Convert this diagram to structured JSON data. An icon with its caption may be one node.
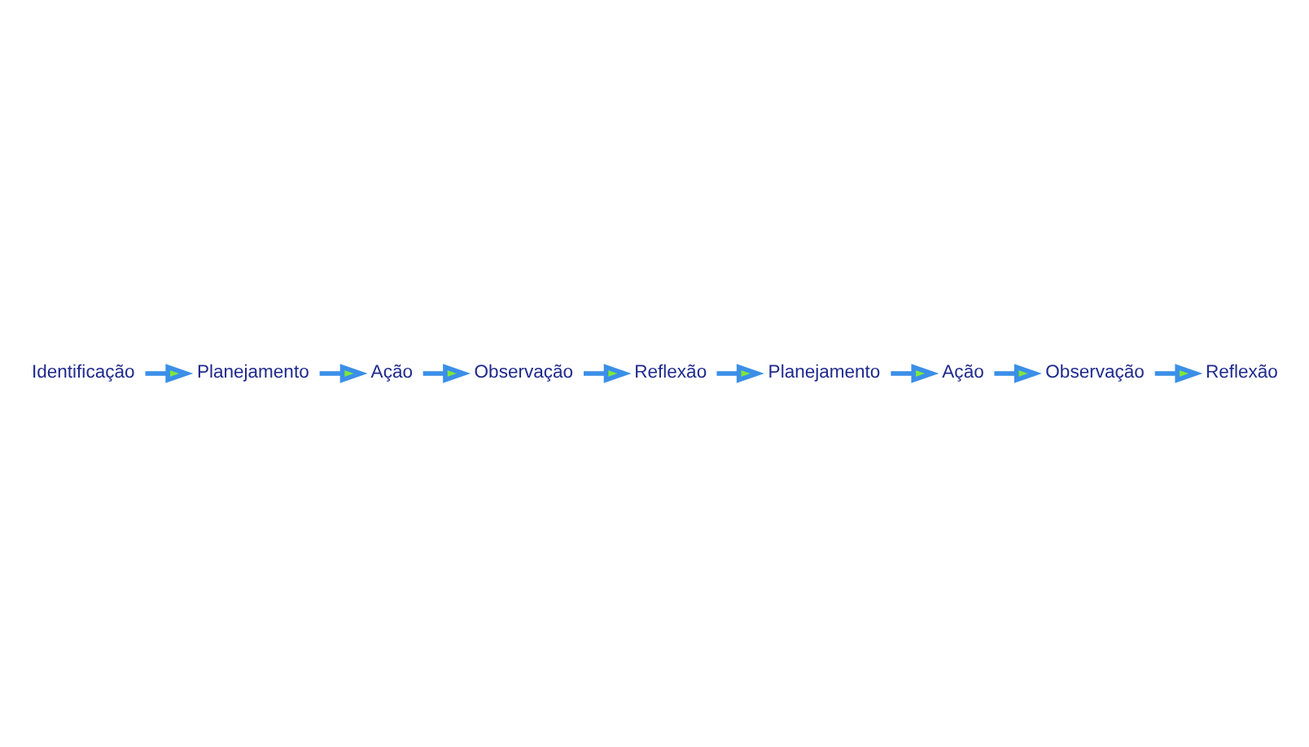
{
  "diagram": {
    "nodes": [
      {
        "text": [
          "Identificação"
        ]
      },
      {
        "text": [
          "Planejamento"
        ]
      },
      {
        "text": [
          "Ação"
        ]
      },
      {
        "text": [
          "Observação"
        ]
      },
      {
        "text": [
          "Reflexão"
        ]
      },
      {
        "text": [
          "Planejamento"
        ]
      },
      {
        "text": [
          "Ação"
        ]
      },
      {
        "text": [
          "Observação"
        ]
      },
      {
        "text": [
          "Reflexão"
        ]
      }
    ],
    "edges": [
      {
        "from": 0,
        "to": 1,
        "arrow": "to"
      },
      {
        "from": 1,
        "to": 2,
        "arrow": "to"
      },
      {
        "from": 2,
        "to": 3,
        "arrow": "to"
      },
      {
        "from": 3,
        "to": 4,
        "arrow": "to"
      },
      {
        "from": 4,
        "to": 5,
        "arrow": "to"
      },
      {
        "from": 5,
        "to": 6,
        "arrow": "to"
      },
      {
        "from": 6,
        "to": 7,
        "arrow": "to"
      },
      {
        "from": 7,
        "to": 8,
        "arrow": "to"
      }
    ]
  }
}
